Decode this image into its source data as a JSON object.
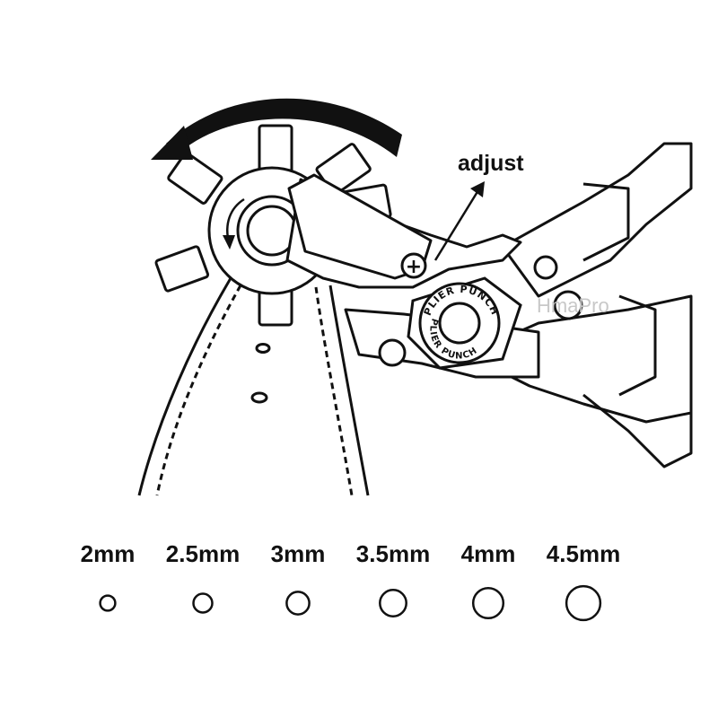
{
  "annotation": {
    "adjust_label": "adjust"
  },
  "punch_head": {
    "ring_text_top": "PLIER PUNCH",
    "ring_text_bottom": "PLIER PUNCH",
    "screw_symbol": "+"
  },
  "watermark": {
    "text": "HmaPro"
  },
  "hole_sizes": [
    {
      "label": "2mm",
      "diameter_mm": 2
    },
    {
      "label": "2.5mm",
      "diameter_mm": 2.5
    },
    {
      "label": "3mm",
      "diameter_mm": 3
    },
    {
      "label": "3.5mm",
      "diameter_mm": 3.5
    },
    {
      "label": "4mm",
      "diameter_mm": 4
    },
    {
      "label": "4.5mm",
      "diameter_mm": 4.5
    }
  ],
  "colors": {
    "line": "#111111",
    "background": "#ffffff",
    "watermark": "#c8c8c8"
  }
}
